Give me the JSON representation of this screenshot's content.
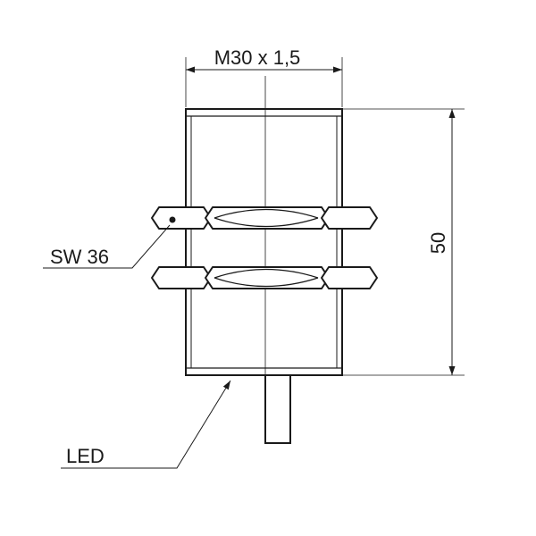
{
  "labels": {
    "thread": "M30 x 1,5",
    "length": "50",
    "wrench": "SW 36",
    "led": "LED"
  },
  "colors": {
    "line": "#1a1a1a",
    "thin": "#555555",
    "background": "#ffffff"
  }
}
